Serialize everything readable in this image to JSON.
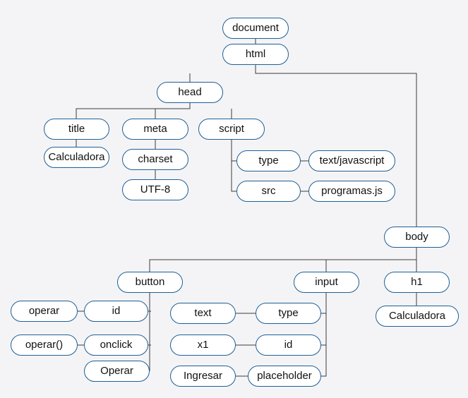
{
  "diagram": {
    "nodes": {
      "document": "document",
      "html": "html",
      "head": "head",
      "title": "title",
      "title_value": "Calculadora",
      "meta": "meta",
      "charset": "charset",
      "charset_value": "UTF-8",
      "script": "script",
      "script_type": "type",
      "script_type_value": "text/javascript",
      "script_src": "src",
      "script_src_value": "programas.js",
      "body": "body",
      "button": "button",
      "button_id": "id",
      "button_id_value": "operar",
      "button_onclick": "onclick",
      "button_onclick_value": "operar()",
      "button_text": "Operar",
      "input": "input",
      "input_type": "type",
      "input_type_value": "text",
      "input_id": "id",
      "input_id_value": "x1",
      "input_placeholder": "placeholder",
      "input_placeholder_value": "Ingresar",
      "h1": "h1",
      "h1_text": "Calculadora"
    }
  }
}
